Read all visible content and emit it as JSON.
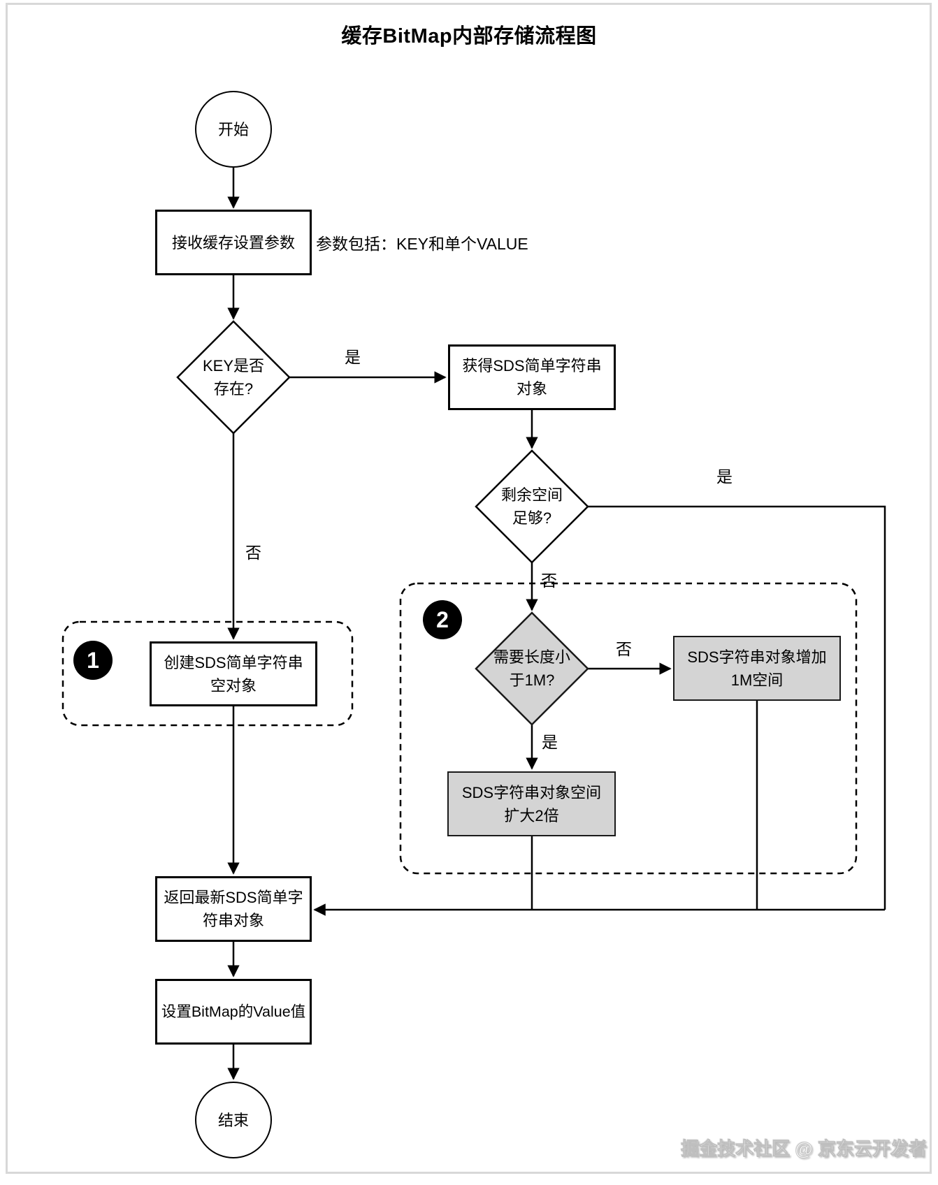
{
  "page": {
    "title": "缓存BitMap内部存储流程图",
    "watermark": "掘金技术社区 @ 京东云开发者"
  },
  "nodes": {
    "start": "开始",
    "receive_params": "接收缓存设置参数",
    "params_note": "参数包括：KEY和单个VALUE",
    "key_exists": "KEY是否\n存在?",
    "get_sds": "获得SDS简单字符串\n对象",
    "space_enough": "剩余空间\n足够?",
    "need_length_lt_1m": "需要长度小\n于1M?",
    "add_1m": "SDS字符串对象增加\n1M空间",
    "expand_double": "SDS字符串对象空间\n扩大2倍",
    "create_sds": "创建SDS简单字符串\n空对象",
    "return_sds": "返回最新SDS简单字\n符串对象",
    "set_bitmap_value": "设置BitMap的Value值",
    "end": "结束"
  },
  "badges": {
    "one": "1",
    "two": "2"
  },
  "edge_labels": {
    "key_exists_yes": "是",
    "key_exists_no": "否",
    "space_enough_yes": "是",
    "space_enough_no": "否",
    "length_no": "否",
    "length_yes": "是"
  },
  "colors": {
    "line": "#000000",
    "gray_fill": "#d4d4d4",
    "frame": "#d8d8d8"
  }
}
